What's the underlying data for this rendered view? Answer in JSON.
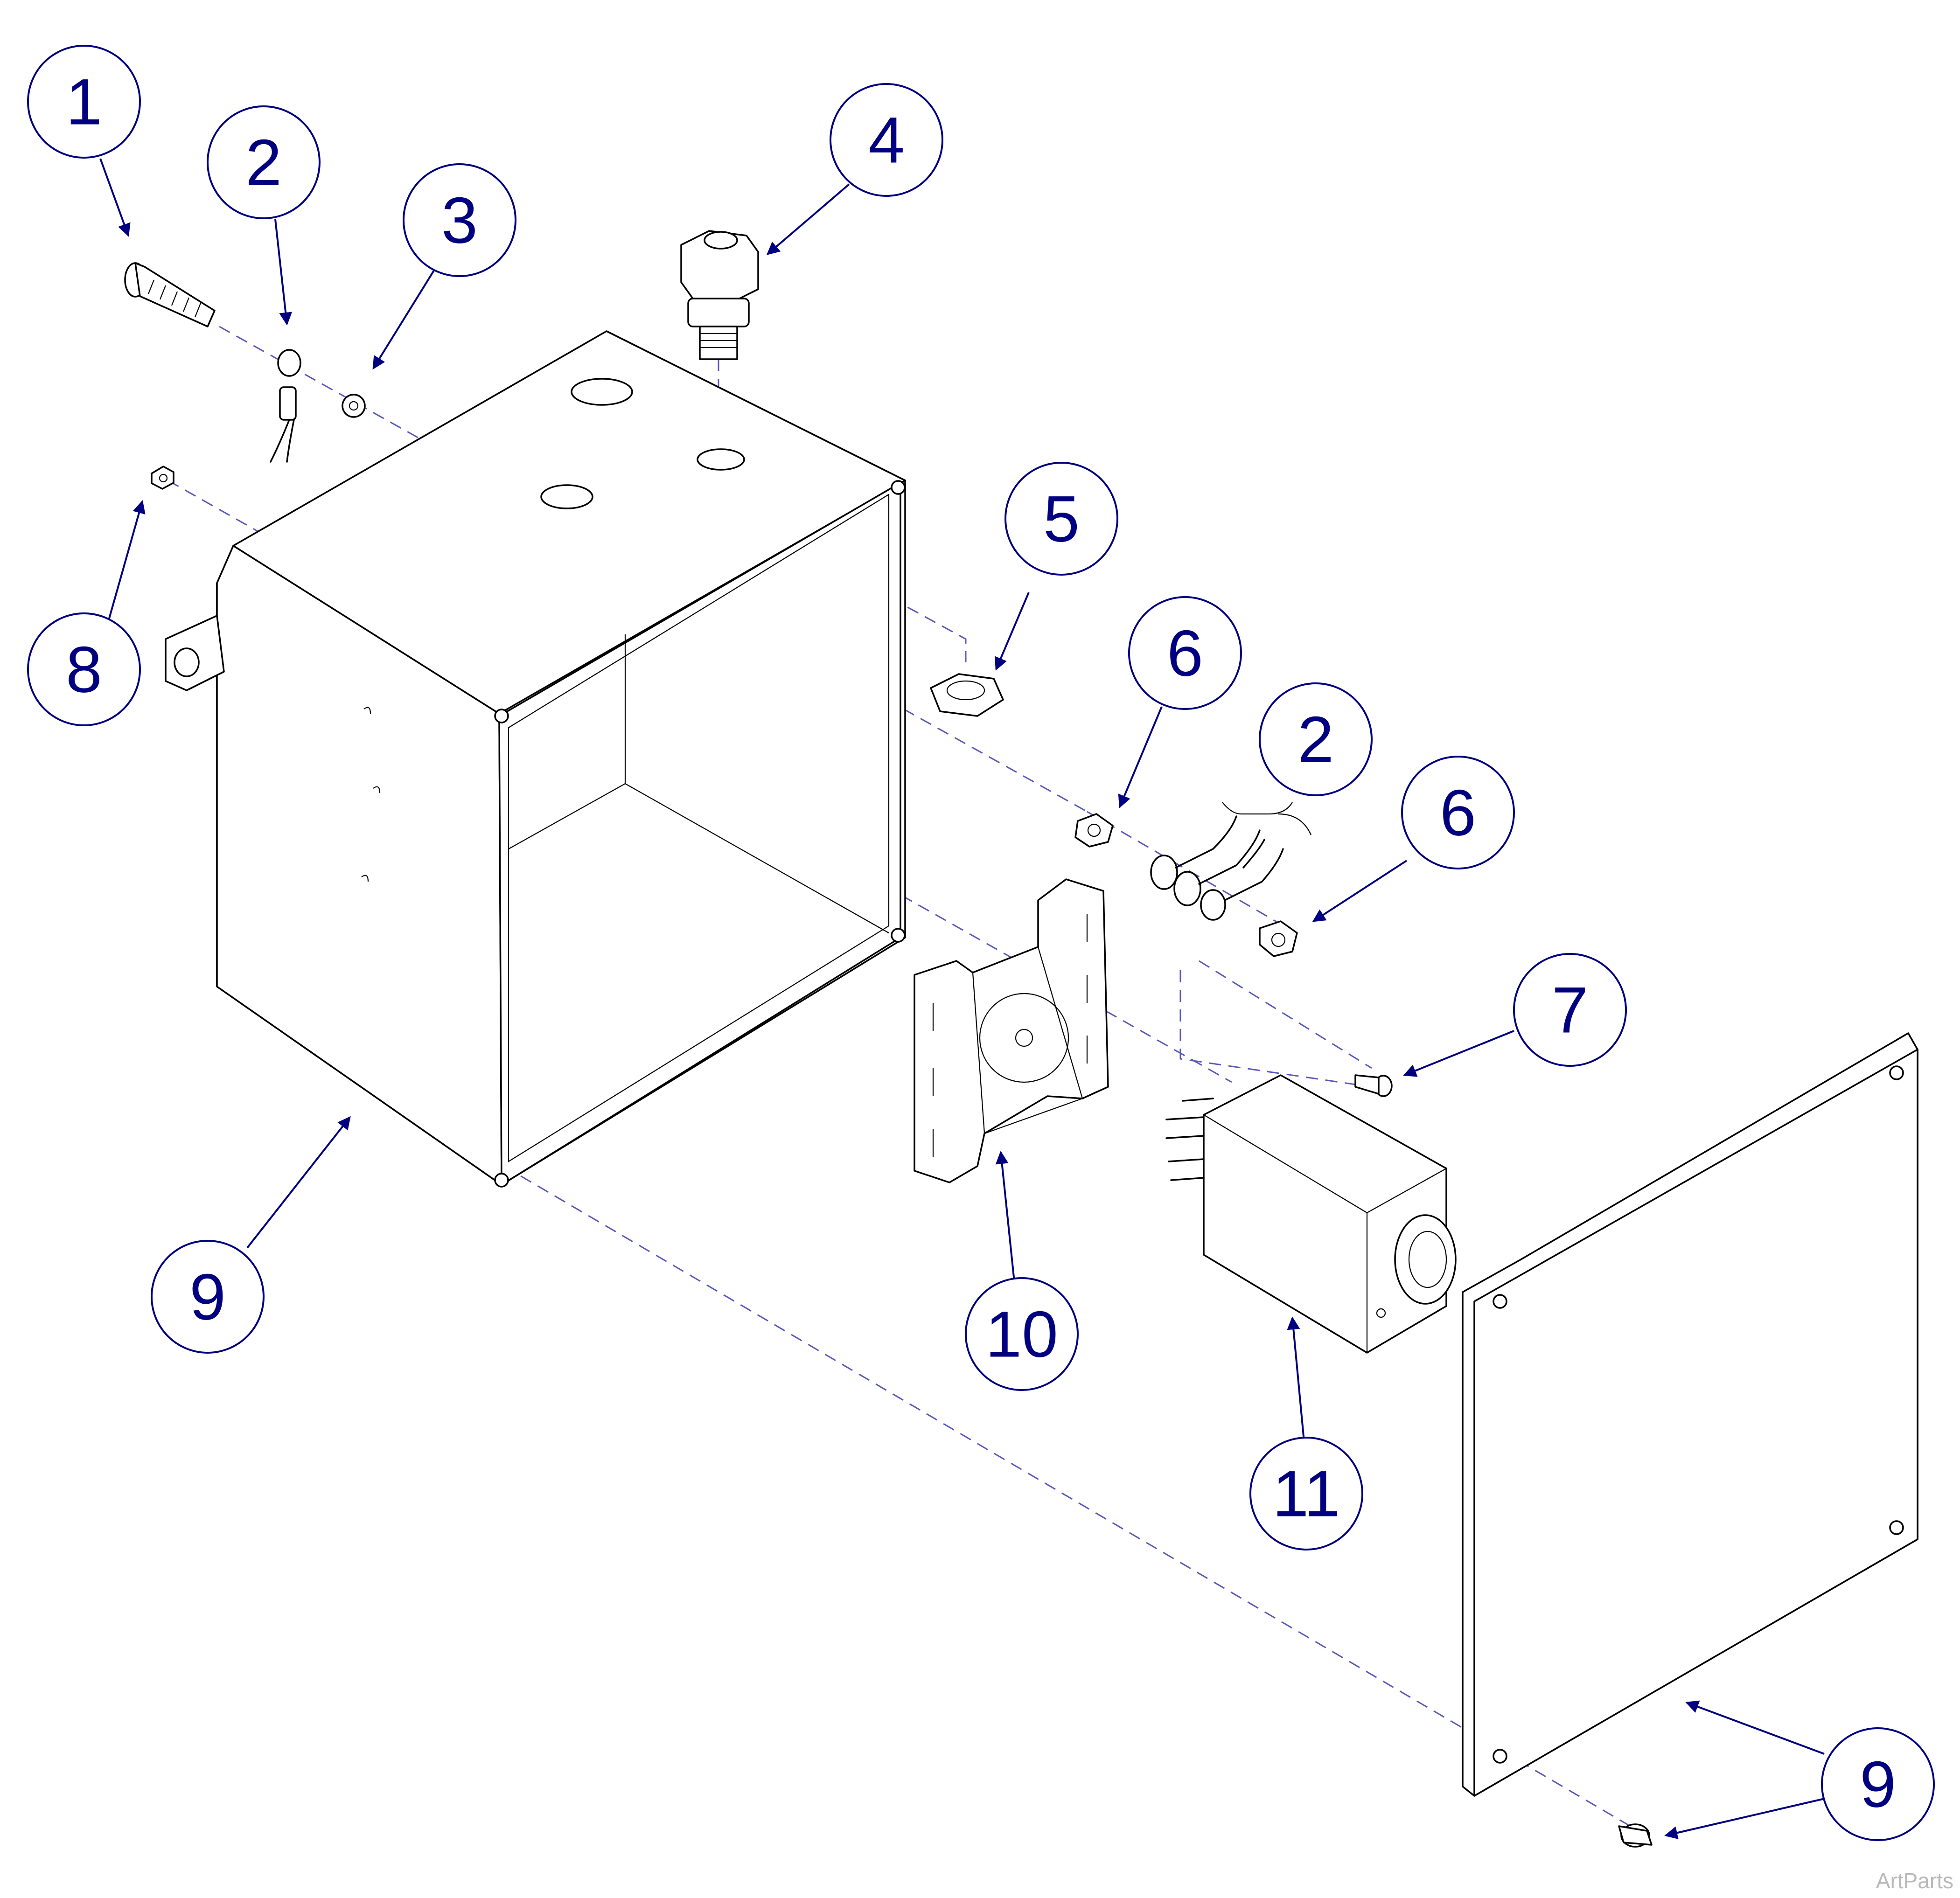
{
  "diagram": {
    "credit": "ArtParts",
    "callouts": [
      {
        "id": "c1",
        "label": "1"
      },
      {
        "id": "c2a",
        "label": "2"
      },
      {
        "id": "c3",
        "label": "3"
      },
      {
        "id": "c4",
        "label": "4"
      },
      {
        "id": "c5",
        "label": "5"
      },
      {
        "id": "c6a",
        "label": "6"
      },
      {
        "id": "c2b",
        "label": "2"
      },
      {
        "id": "c6b",
        "label": "6"
      },
      {
        "id": "c7",
        "label": "7"
      },
      {
        "id": "c8",
        "label": "8"
      },
      {
        "id": "c9a",
        "label": "9"
      },
      {
        "id": "c10",
        "label": "10"
      },
      {
        "id": "c11",
        "label": "11"
      },
      {
        "id": "c9b",
        "label": "9"
      }
    ],
    "colors": {
      "callout": "#000080",
      "leader_dashed": "#5858b8",
      "line_art": "#000000",
      "credit": "#b9b9b9"
    }
  }
}
